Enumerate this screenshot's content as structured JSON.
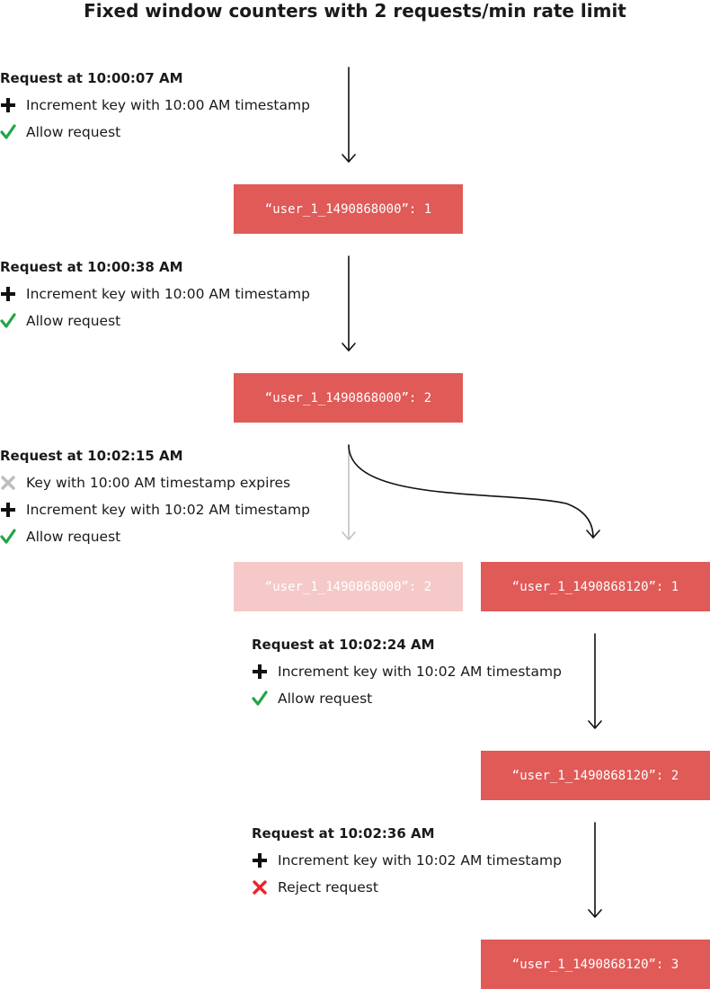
{
  "title": "Fixed window counters with 2 requests/min rate limit",
  "colors": {
    "box_active": "#e05a57",
    "box_expired": "#f5c9c8",
    "check": "#21a548",
    "reject": "#e8262a",
    "expire": "#bdbdbd",
    "plus": "#111111"
  },
  "steps": [
    {
      "heading": "Request at 10:00:07 AM",
      "actions": [
        {
          "icon": "plus-icon",
          "text": "Increment key with 10:00 AM timestamp"
        },
        {
          "icon": "check-icon",
          "text": "Allow request"
        }
      ]
    },
    {
      "heading": "Request at 10:00:38 AM",
      "actions": [
        {
          "icon": "plus-icon",
          "text": "Increment key with 10:00 AM timestamp"
        },
        {
          "icon": "check-icon",
          "text": "Allow request"
        }
      ]
    },
    {
      "heading": "Request at 10:02:15 AM",
      "actions": [
        {
          "icon": "expire-x-icon",
          "text": "Key with 10:00 AM timestamp expires"
        },
        {
          "icon": "plus-icon",
          "text": "Increment key with 10:02 AM timestamp"
        },
        {
          "icon": "check-icon",
          "text": "Allow request"
        }
      ]
    },
    {
      "heading": "Request at 10:02:24 AM",
      "actions": [
        {
          "icon": "plus-icon",
          "text": "Increment key with 10:02 AM timestamp"
        },
        {
          "icon": "check-icon",
          "text": "Allow request"
        }
      ]
    },
    {
      "heading": "Request at 10:02:36 AM",
      "actions": [
        {
          "icon": "plus-icon",
          "text": "Increment key with 10:02 AM timestamp"
        },
        {
          "icon": "reject-x-icon",
          "text": "Reject request"
        }
      ]
    }
  ],
  "keys": [
    {
      "label": "“user_1_1490868000”: 1",
      "state": "active"
    },
    {
      "label": "“user_1_1490868000”: 2",
      "state": "active"
    },
    {
      "label": "“user_1_1490868000”: 2",
      "state": "expired"
    },
    {
      "label": "“user_1_1490868120”: 1",
      "state": "active"
    },
    {
      "label": "“user_1_1490868120”: 2",
      "state": "active"
    },
    {
      "label": "“user_1_1490868120”: 3",
      "state": "active"
    }
  ]
}
